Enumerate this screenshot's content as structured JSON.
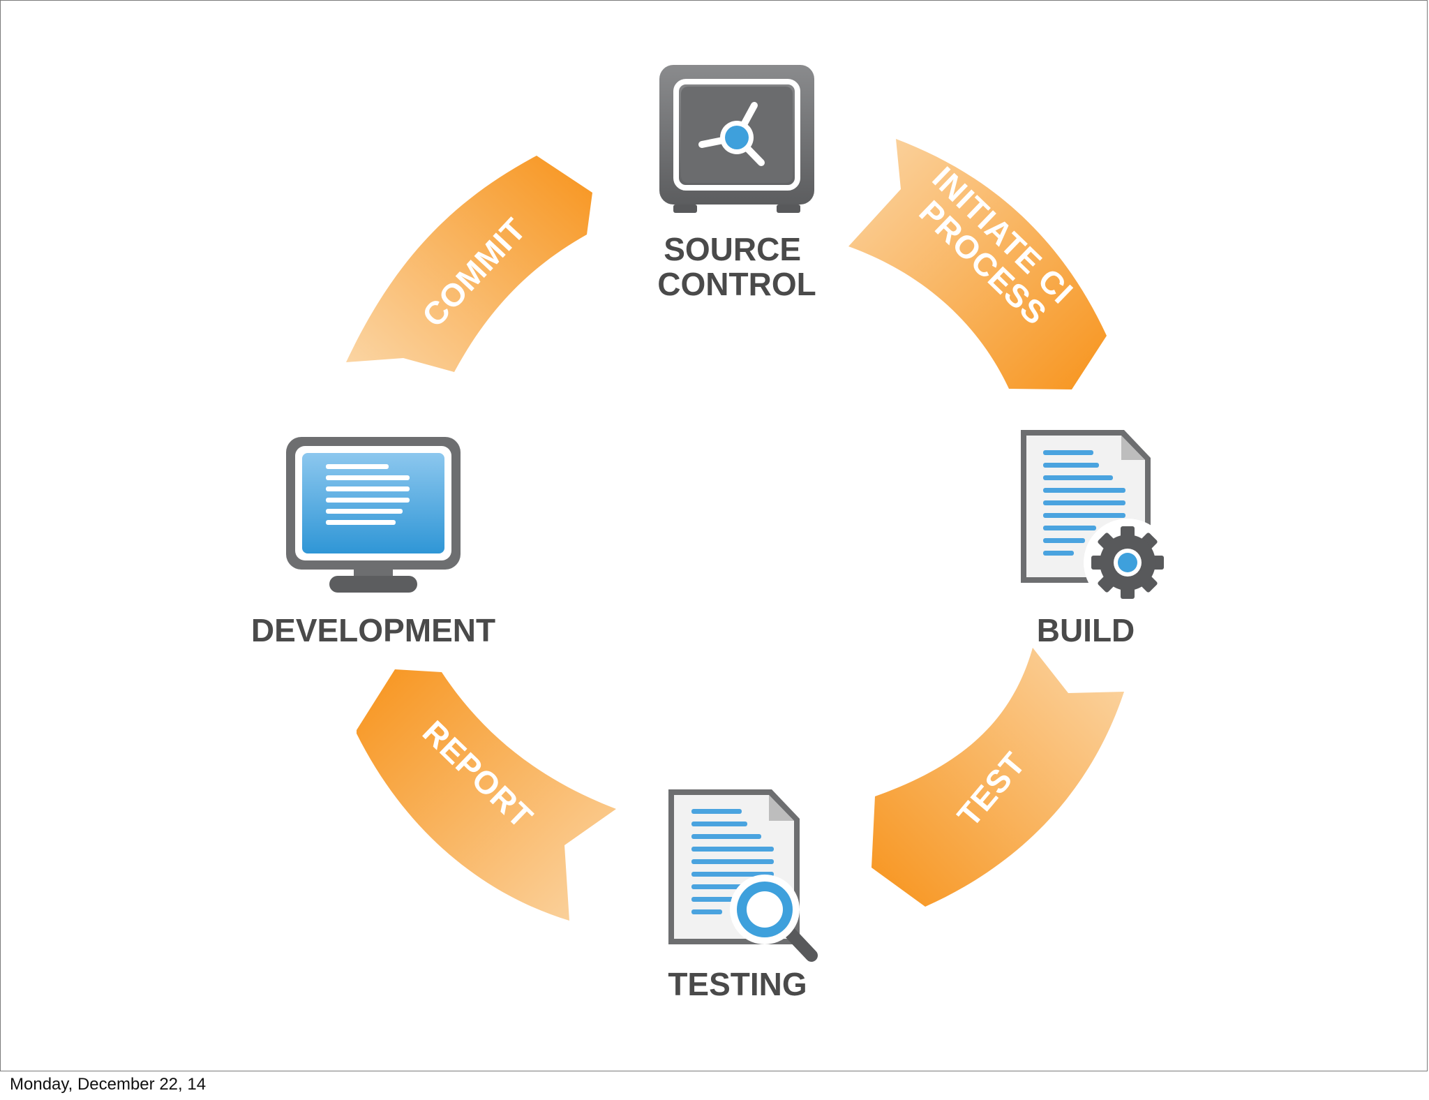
{
  "nodes": {
    "source_control": {
      "line1": "SOURCE",
      "line2": "CONTROL"
    },
    "build": "BUILD",
    "testing": "TESTING",
    "development": "DEVELOPMENT"
  },
  "arrows": {
    "commit": "COMMIT",
    "initiate_line1": "INITIATE CI",
    "initiate_line2": "PROCESS",
    "test": "TEST",
    "report": "REPORT"
  },
  "footer": {
    "date": "Monday, December 22, 14"
  },
  "colors": {
    "arrow_dark": "#f7941d",
    "arrow_light": "#fbd3a0",
    "icon_gray": "#6d6e70",
    "icon_blue": "#3ea0dc",
    "label_gray": "#4a4a4a"
  },
  "icons": [
    "safe-icon",
    "document-gear-icon",
    "document-magnifier-icon",
    "monitor-icon"
  ]
}
